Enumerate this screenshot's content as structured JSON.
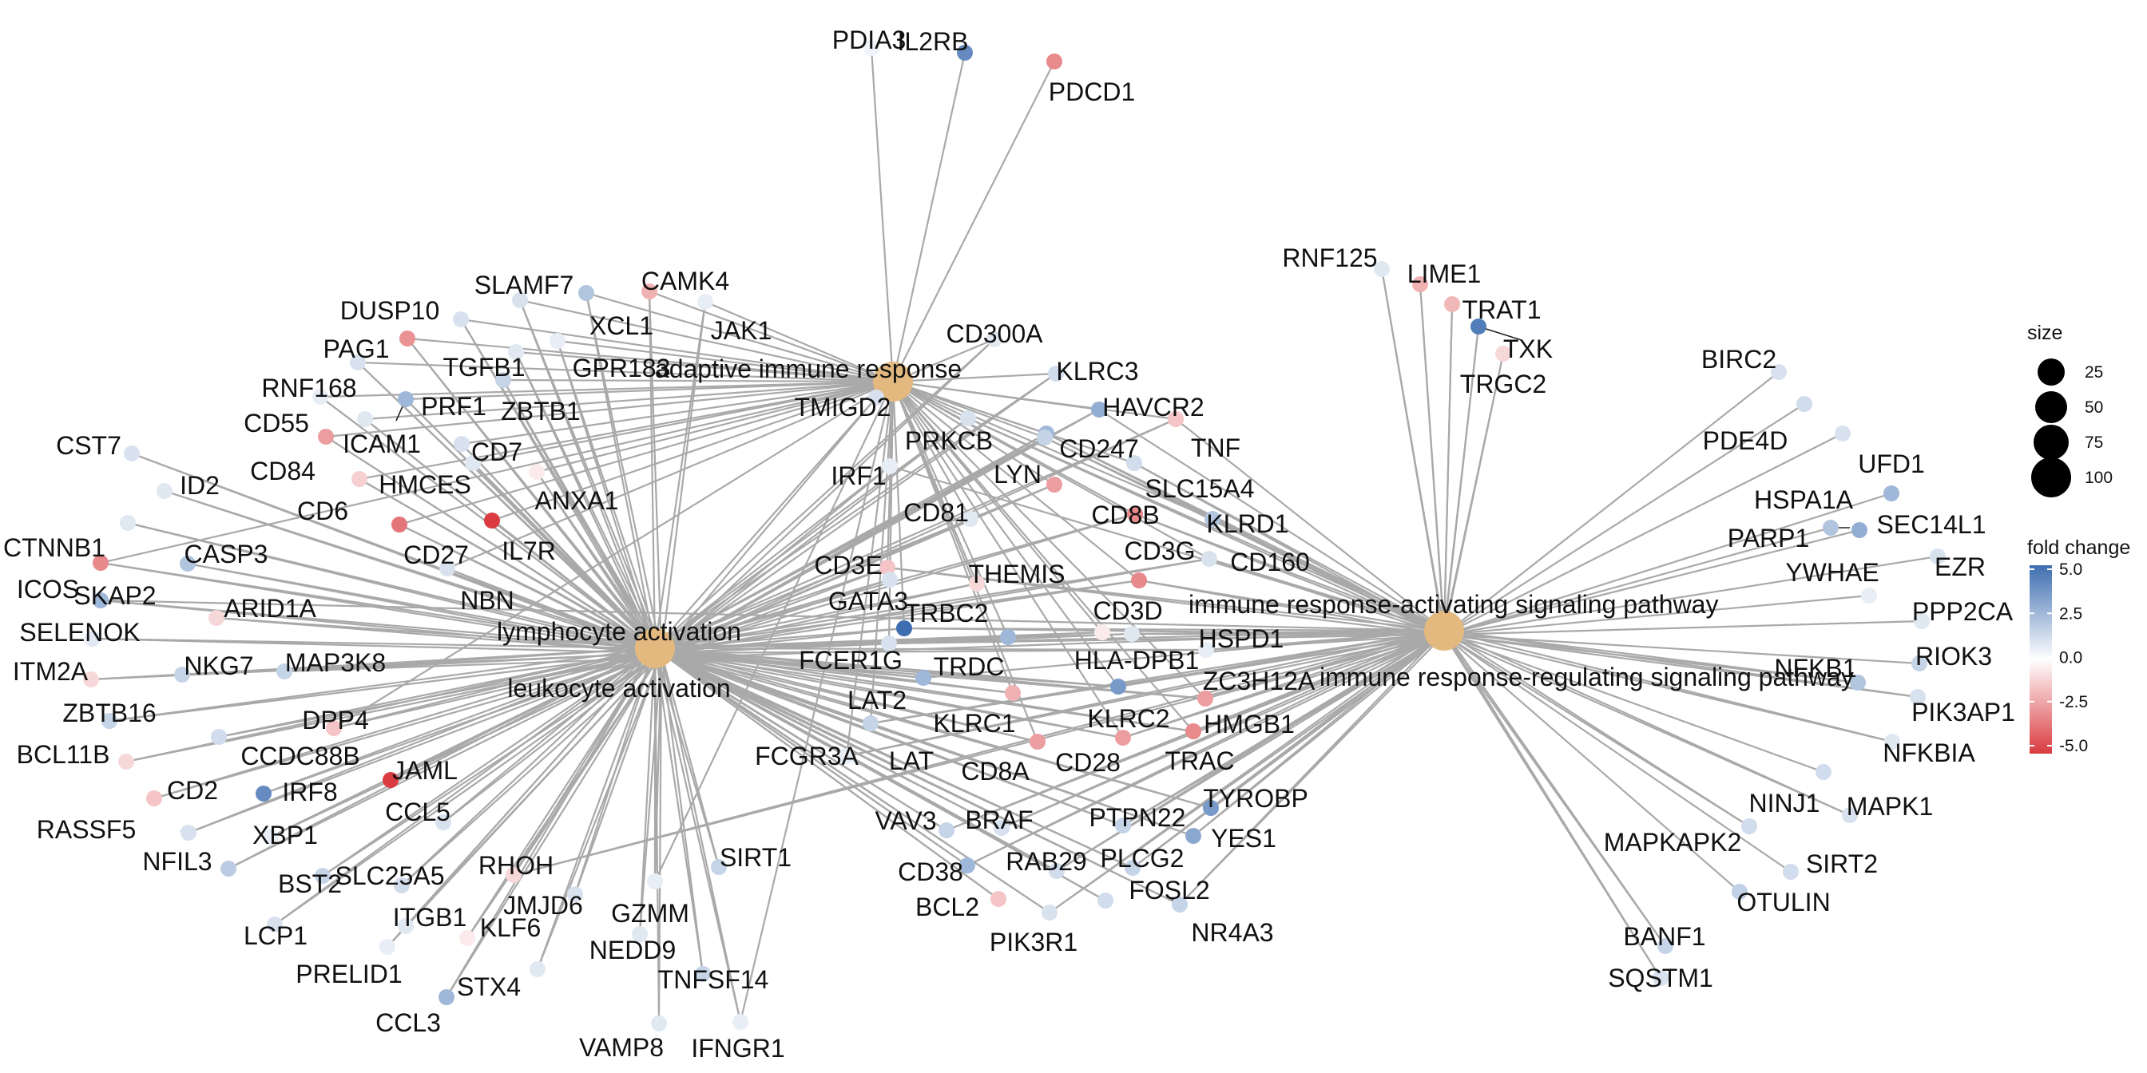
{
  "categories": [
    {
      "id": "adaptive",
      "label": "adaptive immune response"
    },
    {
      "id": "lymph",
      "label": "lymphocyte activation"
    },
    {
      "id": "leuk",
      "label": "leukocyte activation"
    },
    {
      "id": "activating",
      "label": "immune response-activating signaling pathway"
    },
    {
      "id": "regulating",
      "label": "immune response-regulating signaling pathway"
    }
  ],
  "genes": [
    {
      "label": "PDIA3",
      "fc": 0.4,
      "cats": [
        "adaptive"
      ]
    },
    {
      "label": "IL2RB",
      "fc": 4.0,
      "cats": [
        "adaptive"
      ]
    },
    {
      "label": "PDCD1",
      "fc": -3.0,
      "cats": [
        "adaptive"
      ]
    },
    {
      "label": "RNF125",
      "fc": 0.8,
      "cats": [
        "activating",
        "regulating"
      ]
    },
    {
      "label": "LIME1",
      "fc": -2.0,
      "cats": [
        "activating",
        "regulating"
      ]
    },
    {
      "label": "TRAT1",
      "fc": -1.8,
      "cats": [
        "activating",
        "regulating"
      ]
    },
    {
      "label": "TXK",
      "fc": 4.5,
      "cats": [
        "activating",
        "regulating"
      ]
    },
    {
      "label": "TRGC2",
      "fc": -1.0,
      "cats": [
        "activating",
        "regulating"
      ]
    },
    {
      "label": "BIRC2",
      "fc": 1.0,
      "cats": [
        "regulating"
      ]
    },
    {
      "label": "PDE4D",
      "fc": 1.2,
      "cats": [
        "regulating"
      ]
    },
    {
      "label": "UFD1",
      "fc": 1.0,
      "cats": [
        "regulating"
      ]
    },
    {
      "label": "HSPA1A",
      "fc": 2.5,
      "cats": [
        "regulating"
      ]
    },
    {
      "label": "SEC14L1",
      "fc": 2.8,
      "cats": [
        "regulating"
      ]
    },
    {
      "label": "PARP1",
      "fc": 2.0,
      "cats": [
        "regulating"
      ]
    },
    {
      "label": "YWHAE",
      "fc": 0.6,
      "cats": [
        "regulating"
      ]
    },
    {
      "label": "EZR",
      "fc": 1.0,
      "cats": [
        "regulating"
      ]
    },
    {
      "label": "PPP2CA",
      "fc": 0.8,
      "cats": [
        "regulating"
      ]
    },
    {
      "label": "RIOK3",
      "fc": 1.5,
      "cats": [
        "regulating"
      ]
    },
    {
      "label": "NFKB1",
      "fc": 2.0,
      "cats": [
        "activating",
        "regulating"
      ]
    },
    {
      "label": "PIK3AP1",
      "fc": 1.0,
      "cats": [
        "activating",
        "regulating"
      ]
    },
    {
      "label": "NFKBIA",
      "fc": 0.8,
      "cats": [
        "activating",
        "regulating"
      ]
    },
    {
      "label": "NINJ1",
      "fc": 1.2,
      "cats": [
        "regulating"
      ]
    },
    {
      "label": "MAPK1",
      "fc": 1.0,
      "cats": [
        "activating",
        "regulating"
      ]
    },
    {
      "label": "MAPKAPK2",
      "fc": 1.2,
      "cats": [
        "activating",
        "regulating"
      ]
    },
    {
      "label": "SIRT2",
      "fc": 1.2,
      "cats": [
        "regulating"
      ]
    },
    {
      "label": "OTULIN",
      "fc": 1.6,
      "cats": [
        "regulating"
      ]
    },
    {
      "label": "BANF1",
      "fc": 1.5,
      "cats": [
        "activating",
        "regulating"
      ]
    },
    {
      "label": "SQSTM1",
      "fc": 1.0,
      "cats": [
        "activating",
        "regulating"
      ]
    },
    {
      "label": "CAMK4",
      "fc": -2.0,
      "cats": [
        "adaptive",
        "lymph",
        "leuk"
      ]
    },
    {
      "label": "SLAMF7",
      "fc": 1.0,
      "cats": [
        "adaptive",
        "lymph",
        "leuk"
      ]
    },
    {
      "label": "XCL1",
      "fc": 2.0,
      "cats": [
        "adaptive",
        "lymph",
        "leuk"
      ]
    },
    {
      "label": "JAK1",
      "fc": 0.6,
      "cats": [
        "adaptive",
        "lymph",
        "leuk"
      ]
    },
    {
      "label": "DUSP10",
      "fc": 1.0,
      "cats": [
        "adaptive",
        "lymph",
        "leuk"
      ]
    },
    {
      "label": "GPR183",
      "fc": 0.6,
      "cats": [
        "adaptive",
        "lymph",
        "leuk"
      ]
    },
    {
      "label": "PAG1",
      "fc": -2.8,
      "cats": [
        "adaptive",
        "lymph",
        "leuk"
      ]
    },
    {
      "label": "TGFB1",
      "fc": 0.8,
      "cats": [
        "adaptive",
        "lymph",
        "leuk"
      ]
    },
    {
      "label": "CD300A",
      "fc": 0.8,
      "cats": [
        "adaptive",
        "lymph",
        "leuk"
      ]
    },
    {
      "label": "KLRC3",
      "fc": 1.2,
      "cats": [
        "adaptive",
        "lymph",
        "leuk"
      ]
    },
    {
      "label": "RNF168",
      "fc": 1.0,
      "cats": [
        "adaptive",
        "lymph",
        "leuk"
      ]
    },
    {
      "label": "PRF1",
      "fc": 2.5,
      "cats": [
        "adaptive",
        "lymph",
        "leuk"
      ]
    },
    {
      "label": "ZBTB1",
      "fc": 1.5,
      "cats": [
        "adaptive",
        "lymph",
        "leuk"
      ]
    },
    {
      "label": "TMIGD2",
      "fc": 1.0,
      "cats": [
        "adaptive",
        "lymph",
        "leuk"
      ]
    },
    {
      "label": "HAVCR2",
      "fc": 2.8,
      "cats": [
        "adaptive",
        "lymph",
        "leuk",
        "activating"
      ]
    },
    {
      "label": "CD55",
      "fc": 0.6,
      "cats": [
        "adaptive",
        "lymph",
        "leuk"
      ]
    },
    {
      "label": "ICAM1",
      "fc": 0.8,
      "cats": [
        "adaptive",
        "lymph",
        "leuk"
      ]
    },
    {
      "label": "CD84",
      "fc": -2.5,
      "cats": [
        "adaptive",
        "lymph",
        "leuk"
      ]
    },
    {
      "label": "CD7",
      "fc": 1.0,
      "cats": [
        "adaptive",
        "lymph",
        "leuk"
      ]
    },
    {
      "label": "PRKCB",
      "fc": 1.0,
      "cats": [
        "adaptive",
        "lymph",
        "leuk",
        "activating",
        "regulating"
      ]
    },
    {
      "label": "CD247",
      "fc": 2.5,
      "cats": [
        "adaptive",
        "lymph",
        "leuk",
        "activating",
        "regulating"
      ]
    },
    {
      "label": "TNF",
      "fc": -1.5,
      "cats": [
        "adaptive",
        "lymph",
        "leuk",
        "activating"
      ]
    },
    {
      "label": "CST7",
      "fc": 1.0,
      "cats": [
        "lymph",
        "leuk"
      ]
    },
    {
      "label": "HMCES",
      "fc": 0.8,
      "cats": [
        "adaptive",
        "lymph",
        "leuk"
      ]
    },
    {
      "label": "CD6",
      "fc": -1.2,
      "cats": [
        "adaptive",
        "lymph",
        "leuk"
      ]
    },
    {
      "label": "ANXA1",
      "fc": -0.5,
      "cats": [
        "adaptive",
        "lymph",
        "leuk"
      ]
    },
    {
      "label": "LYN",
      "fc": 1.5,
      "cats": [
        "adaptive",
        "lymph",
        "leuk",
        "activating",
        "regulating"
      ]
    },
    {
      "label": "SLC15A4",
      "fc": 1.2,
      "cats": [
        "adaptive",
        "activating",
        "regulating"
      ]
    },
    {
      "label": "ID2",
      "fc": 0.8,
      "cats": [
        "lymph",
        "leuk"
      ]
    },
    {
      "label": "IRF1",
      "fc": 0.6,
      "cats": [
        "adaptive",
        "lymph",
        "leuk",
        "activating"
      ]
    },
    {
      "label": "CD8B",
      "fc": -2.5,
      "cats": [
        "adaptive",
        "lymph",
        "leuk"
      ]
    },
    {
      "label": "KLRD1",
      "fc": 2.0,
      "cats": [
        "adaptive",
        "activating",
        "regulating"
      ]
    },
    {
      "label": "IL7R",
      "fc": -5.0,
      "cats": [
        "adaptive",
        "lymph",
        "leuk"
      ]
    },
    {
      "label": "CD27",
      "fc": -3.5,
      "cats": [
        "adaptive",
        "lymph",
        "leuk"
      ]
    },
    {
      "label": "CD81",
      "fc": 0.8,
      "cats": [
        "adaptive",
        "lymph",
        "leuk"
      ]
    },
    {
      "label": "CD3G",
      "fc": -3.0,
      "cats": [
        "adaptive",
        "lymph",
        "leuk",
        "activating",
        "regulating"
      ]
    },
    {
      "label": "CD160",
      "fc": 1.0,
      "cats": [
        "adaptive",
        "lymph",
        "leuk",
        "activating",
        "regulating"
      ]
    },
    {
      "label": "CTNNB1",
      "fc": 0.8,
      "cats": [
        "lymph",
        "leuk"
      ]
    },
    {
      "label": "CASP3",
      "fc": 2.0,
      "cats": [
        "lymph",
        "leuk"
      ]
    },
    {
      "label": "NBN",
      "fc": 1.0,
      "cats": [
        "adaptive",
        "lymph",
        "leuk"
      ]
    },
    {
      "label": "CD3E",
      "fc": -1.5,
      "cats": [
        "adaptive",
        "lymph",
        "leuk",
        "activating",
        "regulating"
      ]
    },
    {
      "label": "THEMIS",
      "fc": -1.0,
      "cats": [
        "adaptive",
        "lymph",
        "leuk"
      ]
    },
    {
      "label": "ICOS",
      "fc": -3.0,
      "cats": [
        "adaptive",
        "lymph",
        "leuk"
      ]
    },
    {
      "label": "SKAP2",
      "fc": 2.5,
      "cats": [
        "lymph",
        "leuk",
        "activating"
      ]
    },
    {
      "label": "ARID1A",
      "fc": -1.0,
      "cats": [
        "lymph",
        "leuk"
      ]
    },
    {
      "label": "GATA3",
      "fc": 1.0,
      "cats": [
        "adaptive",
        "lymph",
        "leuk"
      ]
    },
    {
      "label": "CD3D",
      "fc": -3.0,
      "cats": [
        "adaptive",
        "lymph",
        "leuk",
        "activating",
        "regulating"
      ]
    },
    {
      "label": "SELENOK",
      "fc": 0.8,
      "cats": [
        "lymph",
        "leuk"
      ]
    },
    {
      "label": "TRBC2",
      "fc": 5.0,
      "cats": [
        "adaptive",
        "lymph",
        "leuk",
        "activating",
        "regulating"
      ]
    },
    {
      "label": "HSPD1",
      "fc": 0.8,
      "cats": [
        "lymph",
        "leuk",
        "activating",
        "regulating"
      ]
    },
    {
      "label": "ITM2A",
      "fc": -1.0,
      "cats": [
        "lymph",
        "leuk"
      ]
    },
    {
      "label": "NKG7",
      "fc": 1.5,
      "cats": [
        "lymph",
        "leuk"
      ]
    },
    {
      "label": "MAP3K8",
      "fc": 1.5,
      "cats": [
        "lymph",
        "leuk",
        "activating"
      ]
    },
    {
      "label": "FCER1G",
      "fc": 1.0,
      "cats": [
        "adaptive",
        "lymph",
        "leuk",
        "activating",
        "regulating"
      ]
    },
    {
      "label": "TRDC",
      "fc": 2.5,
      "cats": [
        "adaptive",
        "lymph",
        "leuk"
      ]
    },
    {
      "label": "HLA-DPB1",
      "fc": -0.5,
      "cats": [
        "adaptive",
        "lymph",
        "leuk"
      ]
    },
    {
      "label": "ZC3H12A",
      "fc": 0.6,
      "cats": [
        "lymph",
        "leuk",
        "activating",
        "regulating"
      ]
    },
    {
      "label": "ZBTB16",
      "fc": 1.5,
      "cats": [
        "lymph",
        "leuk"
      ]
    },
    {
      "label": "DPP4",
      "fc": -1.5,
      "cats": [
        "adaptive",
        "lymph",
        "leuk"
      ]
    },
    {
      "label": "LAT2",
      "fc": 2.5,
      "cats": [
        "lymph",
        "leuk",
        "activating"
      ]
    },
    {
      "label": "KLRC1",
      "fc": -2.0,
      "cats": [
        "adaptive",
        "lymph",
        "leuk"
      ]
    },
    {
      "label": "KLRC2",
      "fc": 3.5,
      "cats": [
        "adaptive",
        "lymph",
        "leuk",
        "activating",
        "regulating"
      ]
    },
    {
      "label": "HMGB1",
      "fc": -2.5,
      "cats": [
        "adaptive",
        "lymph",
        "leuk",
        "activating",
        "regulating"
      ]
    },
    {
      "label": "BCL11B",
      "fc": -1.0,
      "cats": [
        "lymph",
        "leuk"
      ]
    },
    {
      "label": "CCDC88B",
      "fc": 1.2,
      "cats": [
        "lymph",
        "leuk"
      ]
    },
    {
      "label": "JAML",
      "fc": -5.0,
      "cats": [
        "lymph",
        "leuk"
      ]
    },
    {
      "label": "LAT",
      "fc": 1.5,
      "cats": [
        "adaptive",
        "lymph",
        "leuk",
        "activating",
        "regulating"
      ]
    },
    {
      "label": "CD8A",
      "fc": -2.5,
      "cats": [
        "adaptive",
        "lymph",
        "leuk"
      ]
    },
    {
      "label": "CD28",
      "fc": -2.5,
      "cats": [
        "adaptive",
        "lymph",
        "leuk",
        "activating",
        "regulating"
      ]
    },
    {
      "label": "TRAC",
      "fc": -3.0,
      "cats": [
        "adaptive",
        "lymph",
        "leuk",
        "activating",
        "regulating"
      ]
    },
    {
      "label": "CD2",
      "fc": -1.5,
      "cats": [
        "lymph",
        "leuk"
      ]
    },
    {
      "label": "IRF8",
      "fc": 4.0,
      "cats": [
        "lymph",
        "leuk"
      ]
    },
    {
      "label": "FCGR3A",
      "fc": 0.6,
      "cats": [
        "adaptive",
        "lymph",
        "leuk",
        "activating",
        "regulating"
      ]
    },
    {
      "label": "TYROBP",
      "fc": 3.5,
      "cats": [
        "lymph",
        "leuk",
        "activating",
        "regulating"
      ]
    },
    {
      "label": "RASSF5",
      "fc": 1.0,
      "cats": [
        "lymph",
        "leuk"
      ]
    },
    {
      "label": "XBP1",
      "fc": 0.6,
      "cats": [
        "lymph",
        "leuk"
      ]
    },
    {
      "label": "CCL5",
      "fc": 1.0,
      "cats": [
        "lymph",
        "leuk"
      ]
    },
    {
      "label": "VAV3",
      "fc": 1.5,
      "cats": [
        "lymph",
        "leuk",
        "activating",
        "regulating"
      ]
    },
    {
      "label": "BRAF",
      "fc": 1.0,
      "cats": [
        "lymph",
        "leuk",
        "activating",
        "regulating"
      ]
    },
    {
      "label": "PTPN22",
      "fc": 1.5,
      "cats": [
        "lymph",
        "leuk",
        "activating",
        "regulating"
      ]
    },
    {
      "label": "YES1",
      "fc": 3.0,
      "cats": [
        "lymph",
        "leuk",
        "activating",
        "regulating"
      ]
    },
    {
      "label": "NFIL3",
      "fc": 1.8,
      "cats": [
        "lymph",
        "leuk"
      ]
    },
    {
      "label": "SIRT1",
      "fc": 1.5,
      "cats": [
        "lymph",
        "leuk"
      ]
    },
    {
      "label": "CD38",
      "fc": 2.5,
      "cats": [
        "lymph",
        "leuk",
        "activating",
        "regulating"
      ]
    },
    {
      "label": "RAB29",
      "fc": 1.2,
      "cats": [
        "lymph",
        "leuk",
        "activating",
        "regulating"
      ]
    },
    {
      "label": "PLCG2",
      "fc": 1.5,
      "cats": [
        "lymph",
        "leuk",
        "activating",
        "regulating"
      ]
    },
    {
      "label": "BST2",
      "fc": 1.5,
      "cats": [
        "lymph",
        "leuk"
      ]
    },
    {
      "label": "SLC25A5",
      "fc": 1.2,
      "cats": [
        "lymph",
        "leuk"
      ]
    },
    {
      "label": "RHOH",
      "fc": -1.0,
      "cats": [
        "lymph",
        "leuk",
        "activating",
        "regulating"
      ]
    },
    {
      "label": "FOSL2",
      "fc": 1.2,
      "cats": [
        "lymph",
        "leuk"
      ]
    },
    {
      "label": "BCL2",
      "fc": -1.5,
      "cats": [
        "lymph",
        "leuk"
      ]
    },
    {
      "label": "NR4A3",
      "fc": 1.5,
      "cats": [
        "lymph",
        "leuk",
        "activating",
        "regulating"
      ]
    },
    {
      "label": "GZMM",
      "fc": 0.6,
      "cats": [
        "adaptive",
        "lymph",
        "leuk"
      ]
    },
    {
      "label": "JMJD6",
      "fc": 1.0,
      "cats": [
        "lymph",
        "leuk"
      ]
    },
    {
      "label": "LCP1",
      "fc": 1.0,
      "cats": [
        "lymph",
        "leuk"
      ]
    },
    {
      "label": "ITGB1",
      "fc": 0.8,
      "cats": [
        "lymph",
        "leuk"
      ]
    },
    {
      "label": "PIK3R1",
      "fc": 1.0,
      "cats": [
        "lymph",
        "leuk",
        "activating",
        "regulating"
      ]
    },
    {
      "label": "NEDD9",
      "fc": 0.8,
      "cats": [
        "lymph",
        "leuk"
      ]
    },
    {
      "label": "KLF6",
      "fc": -0.5,
      "cats": [
        "lymph",
        "leuk"
      ]
    },
    {
      "label": "PRELID1",
      "fc": 0.6,
      "cats": [
        "lymph",
        "leuk"
      ]
    },
    {
      "label": "CCL3",
      "fc": 2.5,
      "cats": [
        "lymph",
        "leuk"
      ]
    },
    {
      "label": "STX4",
      "fc": 0.8,
      "cats": [
        "lymph",
        "leuk"
      ]
    },
    {
      "label": "TNFSF14",
      "fc": 1.5,
      "cats": [
        "lymph",
        "leuk"
      ]
    },
    {
      "label": "VAMP8",
      "fc": 0.8,
      "cats": [
        "lymph",
        "leuk"
      ]
    },
    {
      "label": "IFNGR1",
      "fc": 0.6,
      "cats": [
        "adaptive",
        "lymph",
        "leuk"
      ]
    }
  ],
  "legend": {
    "size_title": "size",
    "size_values": [
      25,
      50,
      75,
      100
    ],
    "color_title": "fold change",
    "color_ticks": [
      5.0,
      2.5,
      0.0,
      -2.5,
      -5.0
    ],
    "color_tick_labels": [
      "5.0",
      "2.5",
      "0.0",
      "-2.5",
      "-5.0"
    ],
    "colors": {
      "high": "#3e6eb0",
      "mid": "#ffffff",
      "low": "#d93b40"
    },
    "category_node_color": "#e3b97f",
    "edge_color": "#a9a9a9"
  }
}
